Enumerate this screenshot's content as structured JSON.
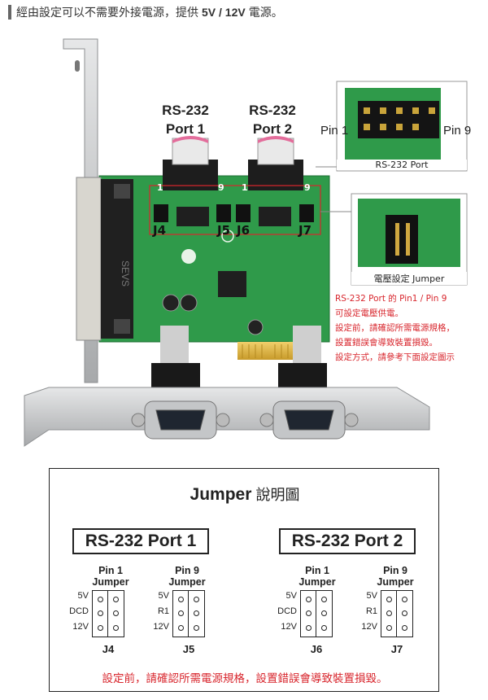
{
  "top_note": {
    "prefix": "經由設定可以不需要外接電源，提供",
    "bold": "5V / 12V",
    "suffix": "電源。"
  },
  "photo": {
    "port1_label": [
      "RS-232",
      "Port 1"
    ],
    "port2_label": [
      "RS-232",
      "Port 2"
    ],
    "pin_left": "1",
    "pin_right": "9",
    "headers": [
      "J4",
      "J5",
      "J6",
      "J7"
    ],
    "inset_pins": {
      "left": "Pin 1",
      "right": "Pin 9",
      "caption": "RS-232 Port"
    },
    "inset_jumper_caption": "電壓設定 Jumper",
    "notes": [
      "RS-232 Port 的 Pin1 / Pin 9",
      "可設定電壓供電。",
      "設定前，請確認所需電源規格，",
      "設置錯誤會導致裝置損毀。",
      "設定方式，請參考下面設定圖示"
    ]
  },
  "jumper_diagram": {
    "title_en": "Jumper",
    "title_zh": "說明圖",
    "ports": [
      {
        "name": "RS-232 Port 1",
        "groups": [
          {
            "head": [
              "Pin 1",
              "Jumper"
            ],
            "rows": [
              "5V",
              "DCD",
              "12V"
            ],
            "name": "J4"
          },
          {
            "head": [
              "Pin 9",
              "Jumper"
            ],
            "rows": [
              "5V",
              "R1",
              "12V"
            ],
            "name": "J5"
          }
        ]
      },
      {
        "name": "RS-232 Port 2",
        "groups": [
          {
            "head": [
              "Pin 1",
              "Jumper"
            ],
            "rows": [
              "5V",
              "DCD",
              "12V"
            ],
            "name": "J6"
          },
          {
            "head": [
              "Pin 9",
              "Jumper"
            ],
            "rows": [
              "5V",
              "R1",
              "12V"
            ],
            "name": "J7"
          }
        ]
      }
    ],
    "warning": "設定前，請確認所需電源規格，設置錯誤會導致裝置損毀。"
  },
  "colors": {
    "pcb": "#2f9a4a",
    "warning_red": "#d8262d",
    "bracket": "#c9cbcd"
  }
}
